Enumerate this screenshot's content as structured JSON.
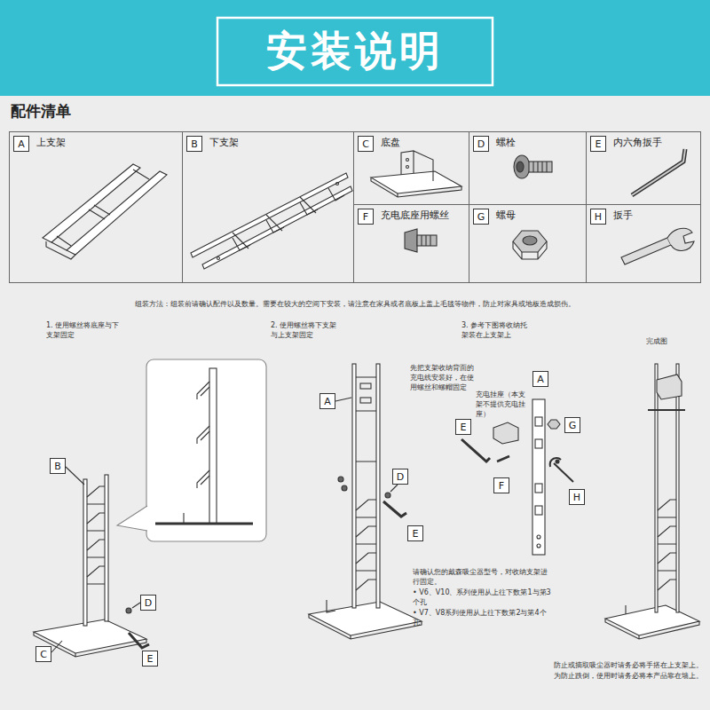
{
  "diagram": {
    "title": "安装说明",
    "nodes": [
      {
        "text": [
          "上支架"
        ]
      },
      {
        "text": [
          "A"
        ],
        "in": 0
      },
      {
        "text": [
          "下支架"
        ]
      },
      {
        "text": [
          "B"
        ],
        "in": 2
      },
      {
        "text": [
          "底盘"
        ]
      },
      {
        "text": [
          "C"
        ],
        "in": 4
      },
      {
        "text": [
          "螺栓"
        ]
      },
      {
        "text": [
          "D"
        ],
        "in": 6
      },
      {
        "text": [
          "内六角扳手"
        ]
      },
      {
        "text": [
          "E"
        ],
        "in": 8
      },
      {
        "text": [
          "充电底座用螺丝"
        ]
      },
      {
        "text": [
          "F"
        ],
        "in": 10
      },
      {
        "text": [
          "螺母"
        ]
      },
      {
        "text": [
          "G"
        ],
        "in": 12
      },
      {
        "text": [
          "扳手"
        ]
      },
      {
        "text": [
          "H"
        ],
        "in": 14
      },
      {
        "text": [
          "B"
        ]
      },
      {
        "text": [
          "D"
        ]
      },
      {
        "text": [
          "C"
        ]
      },
      {
        "text": [
          "E"
        ]
      },
      {
        "text": [
          "A"
        ]
      },
      {
        "text": [
          "D"
        ]
      },
      {
        "text": [
          "E"
        ]
      },
      {
        "text": [
          "A"
        ]
      },
      {
        "text": [
          "G"
        ]
      },
      {
        "text": [
          "E"
        ]
      },
      {
        "text": [
          "F"
        ]
      },
      {
        "text": [
          "H"
        ]
      }
    ],
    "labels": [
      "配件清单",
      "组装方法：组装前请确认配件以及数量。需要在较大的空间下安装，请注意在家具或者底板上盖上毛毯等物件，防止对家具或地板造成损伤。",
      "1. 使用螺丝将底座与下支架固定",
      "2. 使用螺丝将下支架与上支架固定",
      "3. 参考下图将收纳托架装在上支架上",
      "先把支架收纳背面的充电线安装好，在使用螺丝和螺帽固定",
      "充电挂座（本支架不提供充电挂座）",
      "请确认您的戴森吸尘器型号，对收纳支架进行固定。",
      "• V6、V10、系列使用从上往下数第1与第3个孔",
      "• V7、V8系列使用从上往下数第2与第4个孔",
      "完成图",
      "防止或摘取吸尘器时请务必将手搭在上支架上。",
      "为防止跌倒，使用时请务必将本产品靠在墙上。"
    ]
  }
}
